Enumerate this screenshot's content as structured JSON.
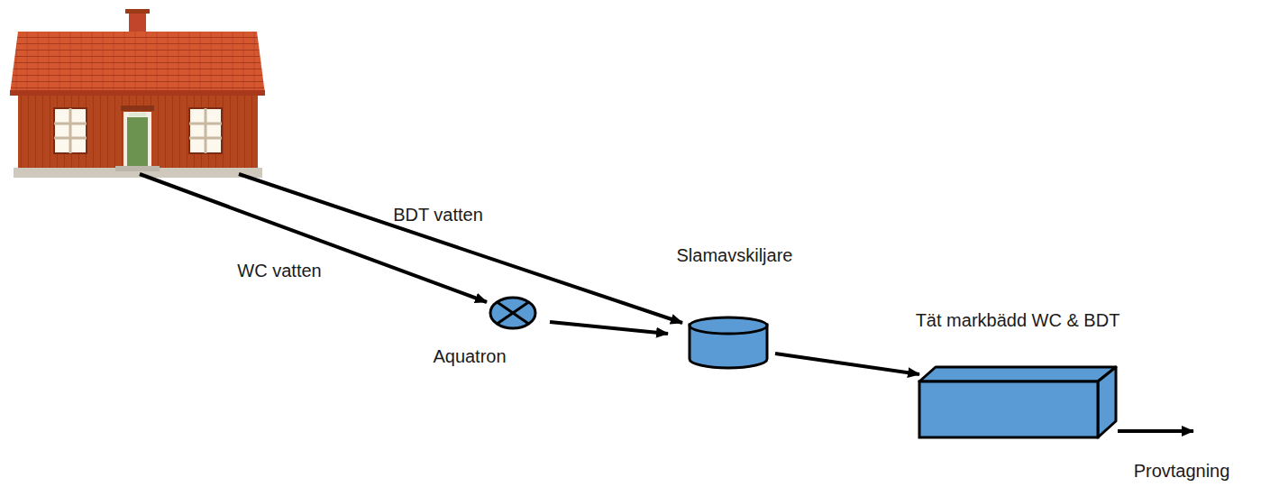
{
  "diagram": {
    "nodes": [
      {
        "text": [
          "Aquatron"
        ]
      },
      {
        "text": [
          "Slamavskiljare"
        ]
      },
      {
        "text": [
          "Tät markbädd WC & BDT"
        ]
      }
    ],
    "edges": [
      {
        "from": 0,
        "to": 1,
        "arrow": "to"
      },
      {
        "from": 1,
        "to": 2,
        "arrow": "to"
      }
    ],
    "labels": [
      "WC vatten",
      "BDT vatten",
      "Provtagning"
    ]
  }
}
